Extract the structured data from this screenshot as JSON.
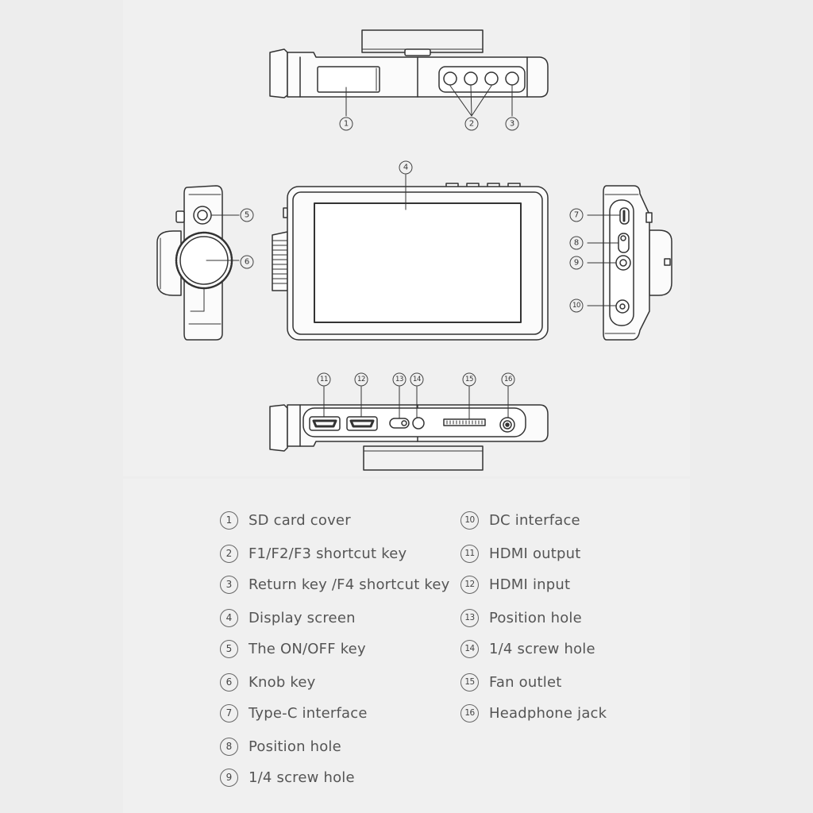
{
  "callout_numbers": [
    "1",
    "2",
    "3",
    "4",
    "5",
    "6",
    "7",
    "8",
    "9",
    "10",
    "11",
    "12",
    "13",
    "14",
    "15",
    "16"
  ],
  "legend": [
    {
      "num": "1",
      "label": "SD card cover"
    },
    {
      "num": "2",
      "label": "F1/F2/F3 shortcut key"
    },
    {
      "num": "3",
      "label": "Return key /F4 shortcut key"
    },
    {
      "num": "4",
      "label": "Display screen"
    },
    {
      "num": "5",
      "label": "The ON/OFF key"
    },
    {
      "num": "6",
      "label": "Knob key"
    },
    {
      "num": "7",
      "label": "Type-C interface"
    },
    {
      "num": "8",
      "label": "Position hole"
    },
    {
      "num": "9",
      "label": "1/4 screw hole"
    },
    {
      "num": "10",
      "label": "DC interface"
    },
    {
      "num": "11",
      "label": "HDMI output"
    },
    {
      "num": "12",
      "label": "HDMI input"
    },
    {
      "num": "13",
      "label": "Position hole"
    },
    {
      "num": "14",
      "label": "1/4 screw hole"
    },
    {
      "num": "15",
      "label": "Fan outlet"
    },
    {
      "num": "16",
      "label": "Headphone jack"
    }
  ]
}
